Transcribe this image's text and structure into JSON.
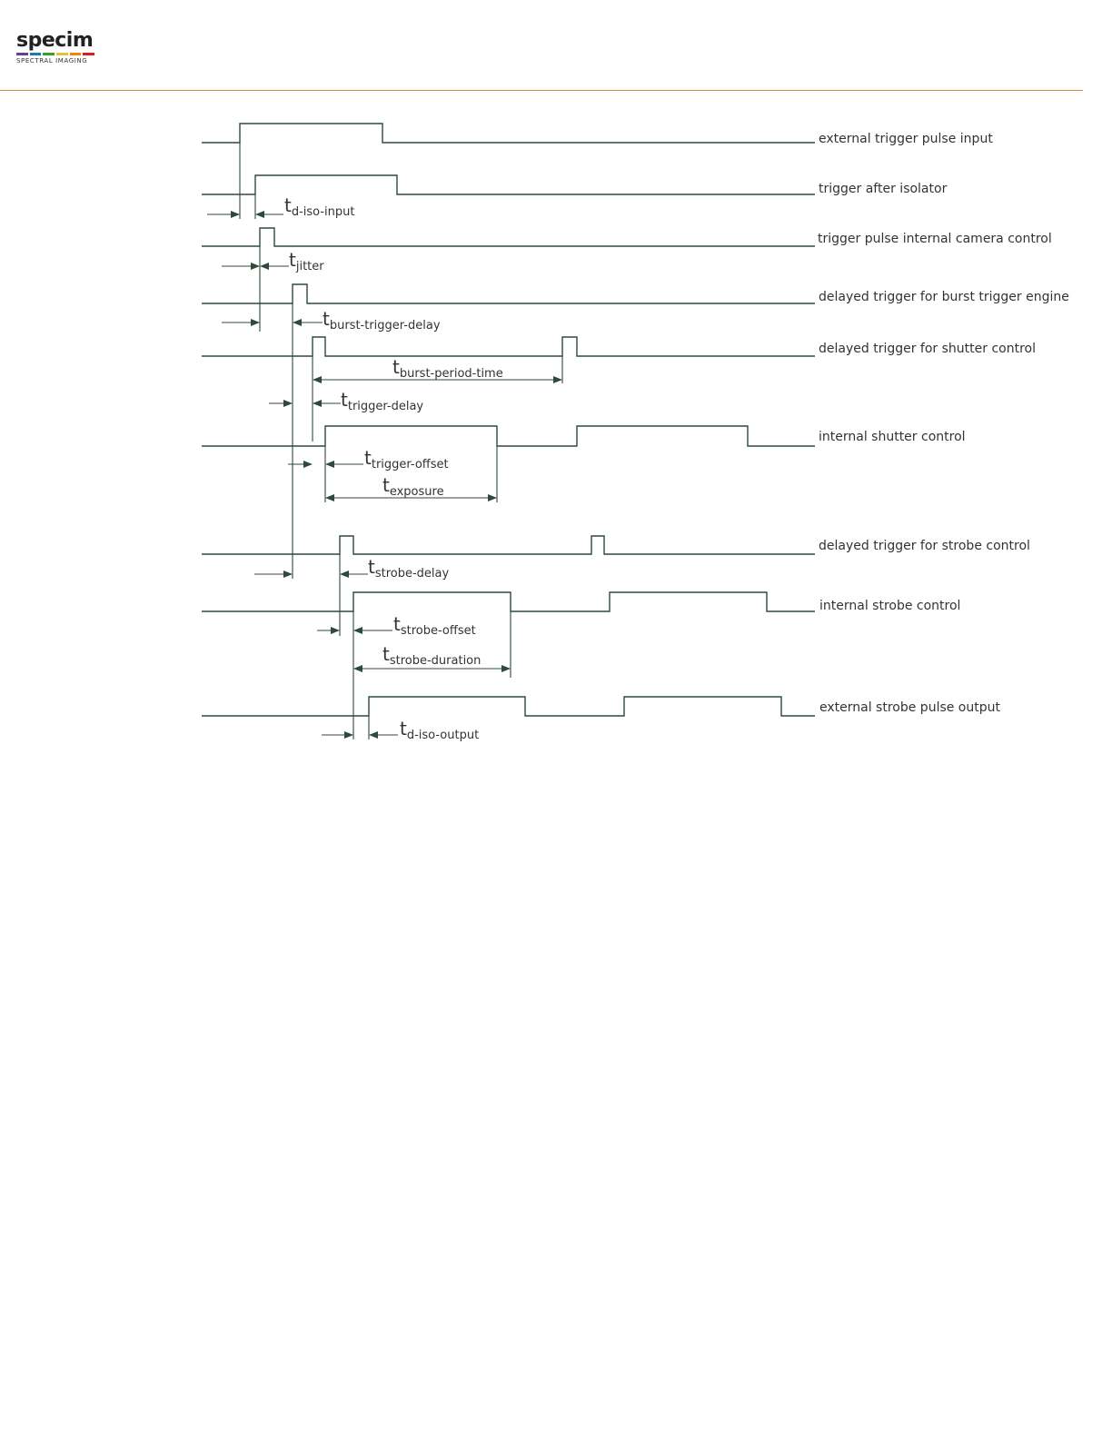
{
  "brand": {
    "name": "specim",
    "tagline": "SPECTRAL IMAGING",
    "bar_colors": [
      "#6a3d9a",
      "#1f78b4",
      "#33a02c",
      "#e6c229",
      "#ff7f00",
      "#e31a1c"
    ],
    "rule_color": "#e08a3c"
  },
  "signals": [
    {
      "label": "external trigger pulse input"
    },
    {
      "label": "trigger after isolator"
    },
    {
      "label": "trigger pulse internal camera control"
    },
    {
      "label": "delayed trigger for burst trigger engine"
    },
    {
      "label": "delayed trigger for shutter control"
    },
    {
      "label": "internal shutter control"
    },
    {
      "label": "delayed trigger for strobe control"
    },
    {
      "label": "internal strobe control"
    },
    {
      "label": "external strobe pulse output"
    }
  ],
  "timings": [
    {
      "main": "t",
      "sub": "d-iso-input"
    },
    {
      "main": "t",
      "sub": "jitter"
    },
    {
      "main": "t",
      "sub": "burst-trigger-delay"
    },
    {
      "main": "t",
      "sub": "burst-period-time"
    },
    {
      "main": "t",
      "sub": "trigger-delay"
    },
    {
      "main": "t",
      "sub": "trigger-offset"
    },
    {
      "main": "t",
      "sub": "exposure"
    },
    {
      "main": "t",
      "sub": "strobe-delay"
    },
    {
      "main": "t",
      "sub": "strobe-offset"
    },
    {
      "main": "t",
      "sub": "strobe-duration"
    },
    {
      "main": "t",
      "sub": "d-iso-output"
    }
  ]
}
